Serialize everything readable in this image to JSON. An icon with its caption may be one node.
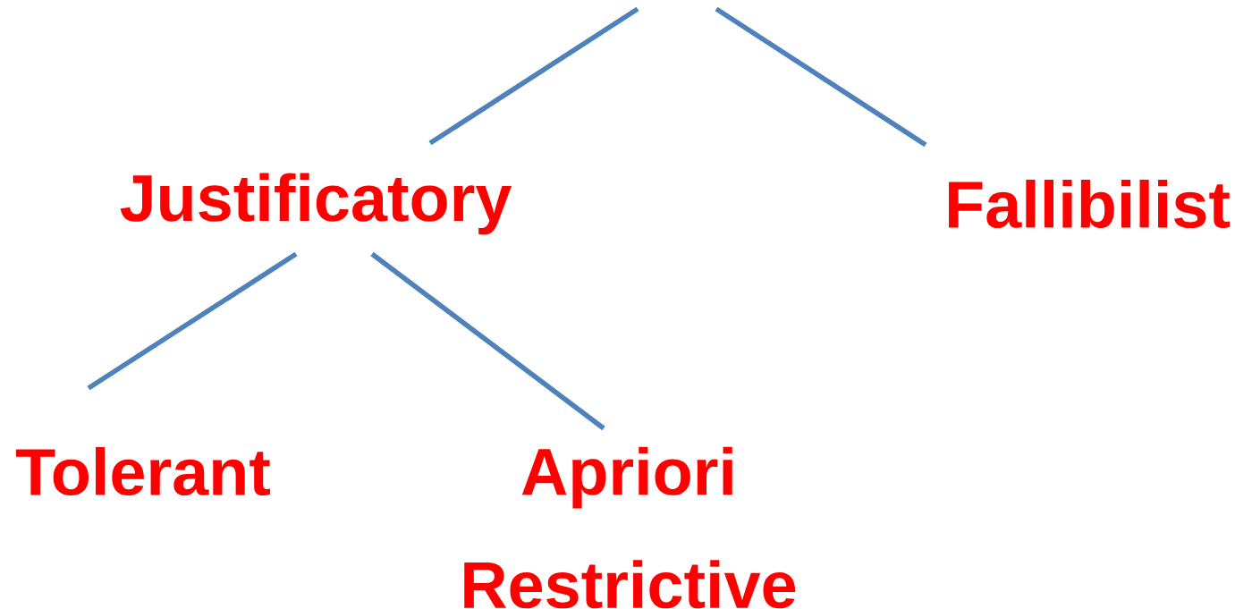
{
  "diagram": {
    "nodes": [
      {
        "text": [
          "Justificatory"
        ]
      },
      {
        "text": [
          "Fallibilist"
        ]
      },
      {
        "text": [
          "Tolerant"
        ]
      },
      {
        "text": [
          "Apriori",
          "Restrictive"
        ]
      }
    ],
    "edges": [
      {
        "from": null,
        "to": 0,
        "arrow": "none"
      },
      {
        "from": null,
        "to": 1,
        "arrow": "none"
      },
      {
        "from": 0,
        "to": 2,
        "arrow": "none"
      },
      {
        "from": 0,
        "to": 3,
        "arrow": "none"
      }
    ]
  }
}
